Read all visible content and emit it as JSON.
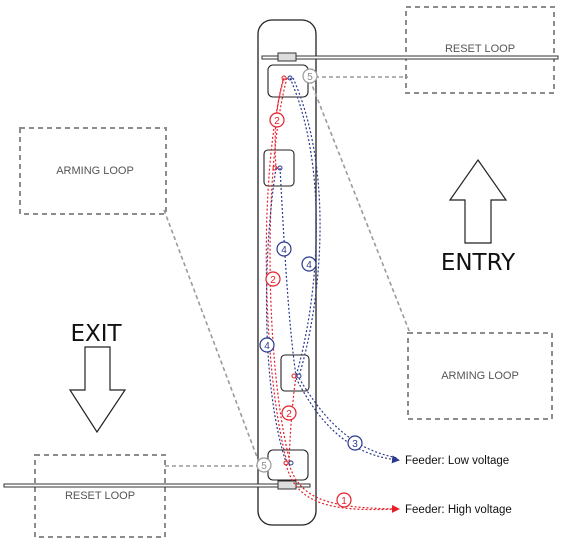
{
  "loops": {
    "reset_top": "RESET LOOP",
    "arming_left": "ARMING LOOP",
    "arming_right": "ARMING LOOP",
    "reset_bottom": "RESET LOOP"
  },
  "directions": {
    "entry": "ENTRY",
    "exit": "EXIT"
  },
  "feeders": {
    "low": "Feeder: Low voltage",
    "high": "Feeder: High voltage"
  },
  "cable_markers": {
    "m5_top": "5",
    "m2_upper": "2",
    "m4_mid_left": "4",
    "m4_mid_right": "4",
    "m2_mid": "2",
    "m4_lower": "4",
    "m2_lower": "2",
    "m3": "3",
    "m5_bottom": "5",
    "m1": "1"
  },
  "colors": {
    "high_voltage": "#e32028",
    "low_voltage": "#2b3a8f",
    "loop_cable": "#9a9a9a",
    "dashed_box": "#8c8c8c"
  }
}
